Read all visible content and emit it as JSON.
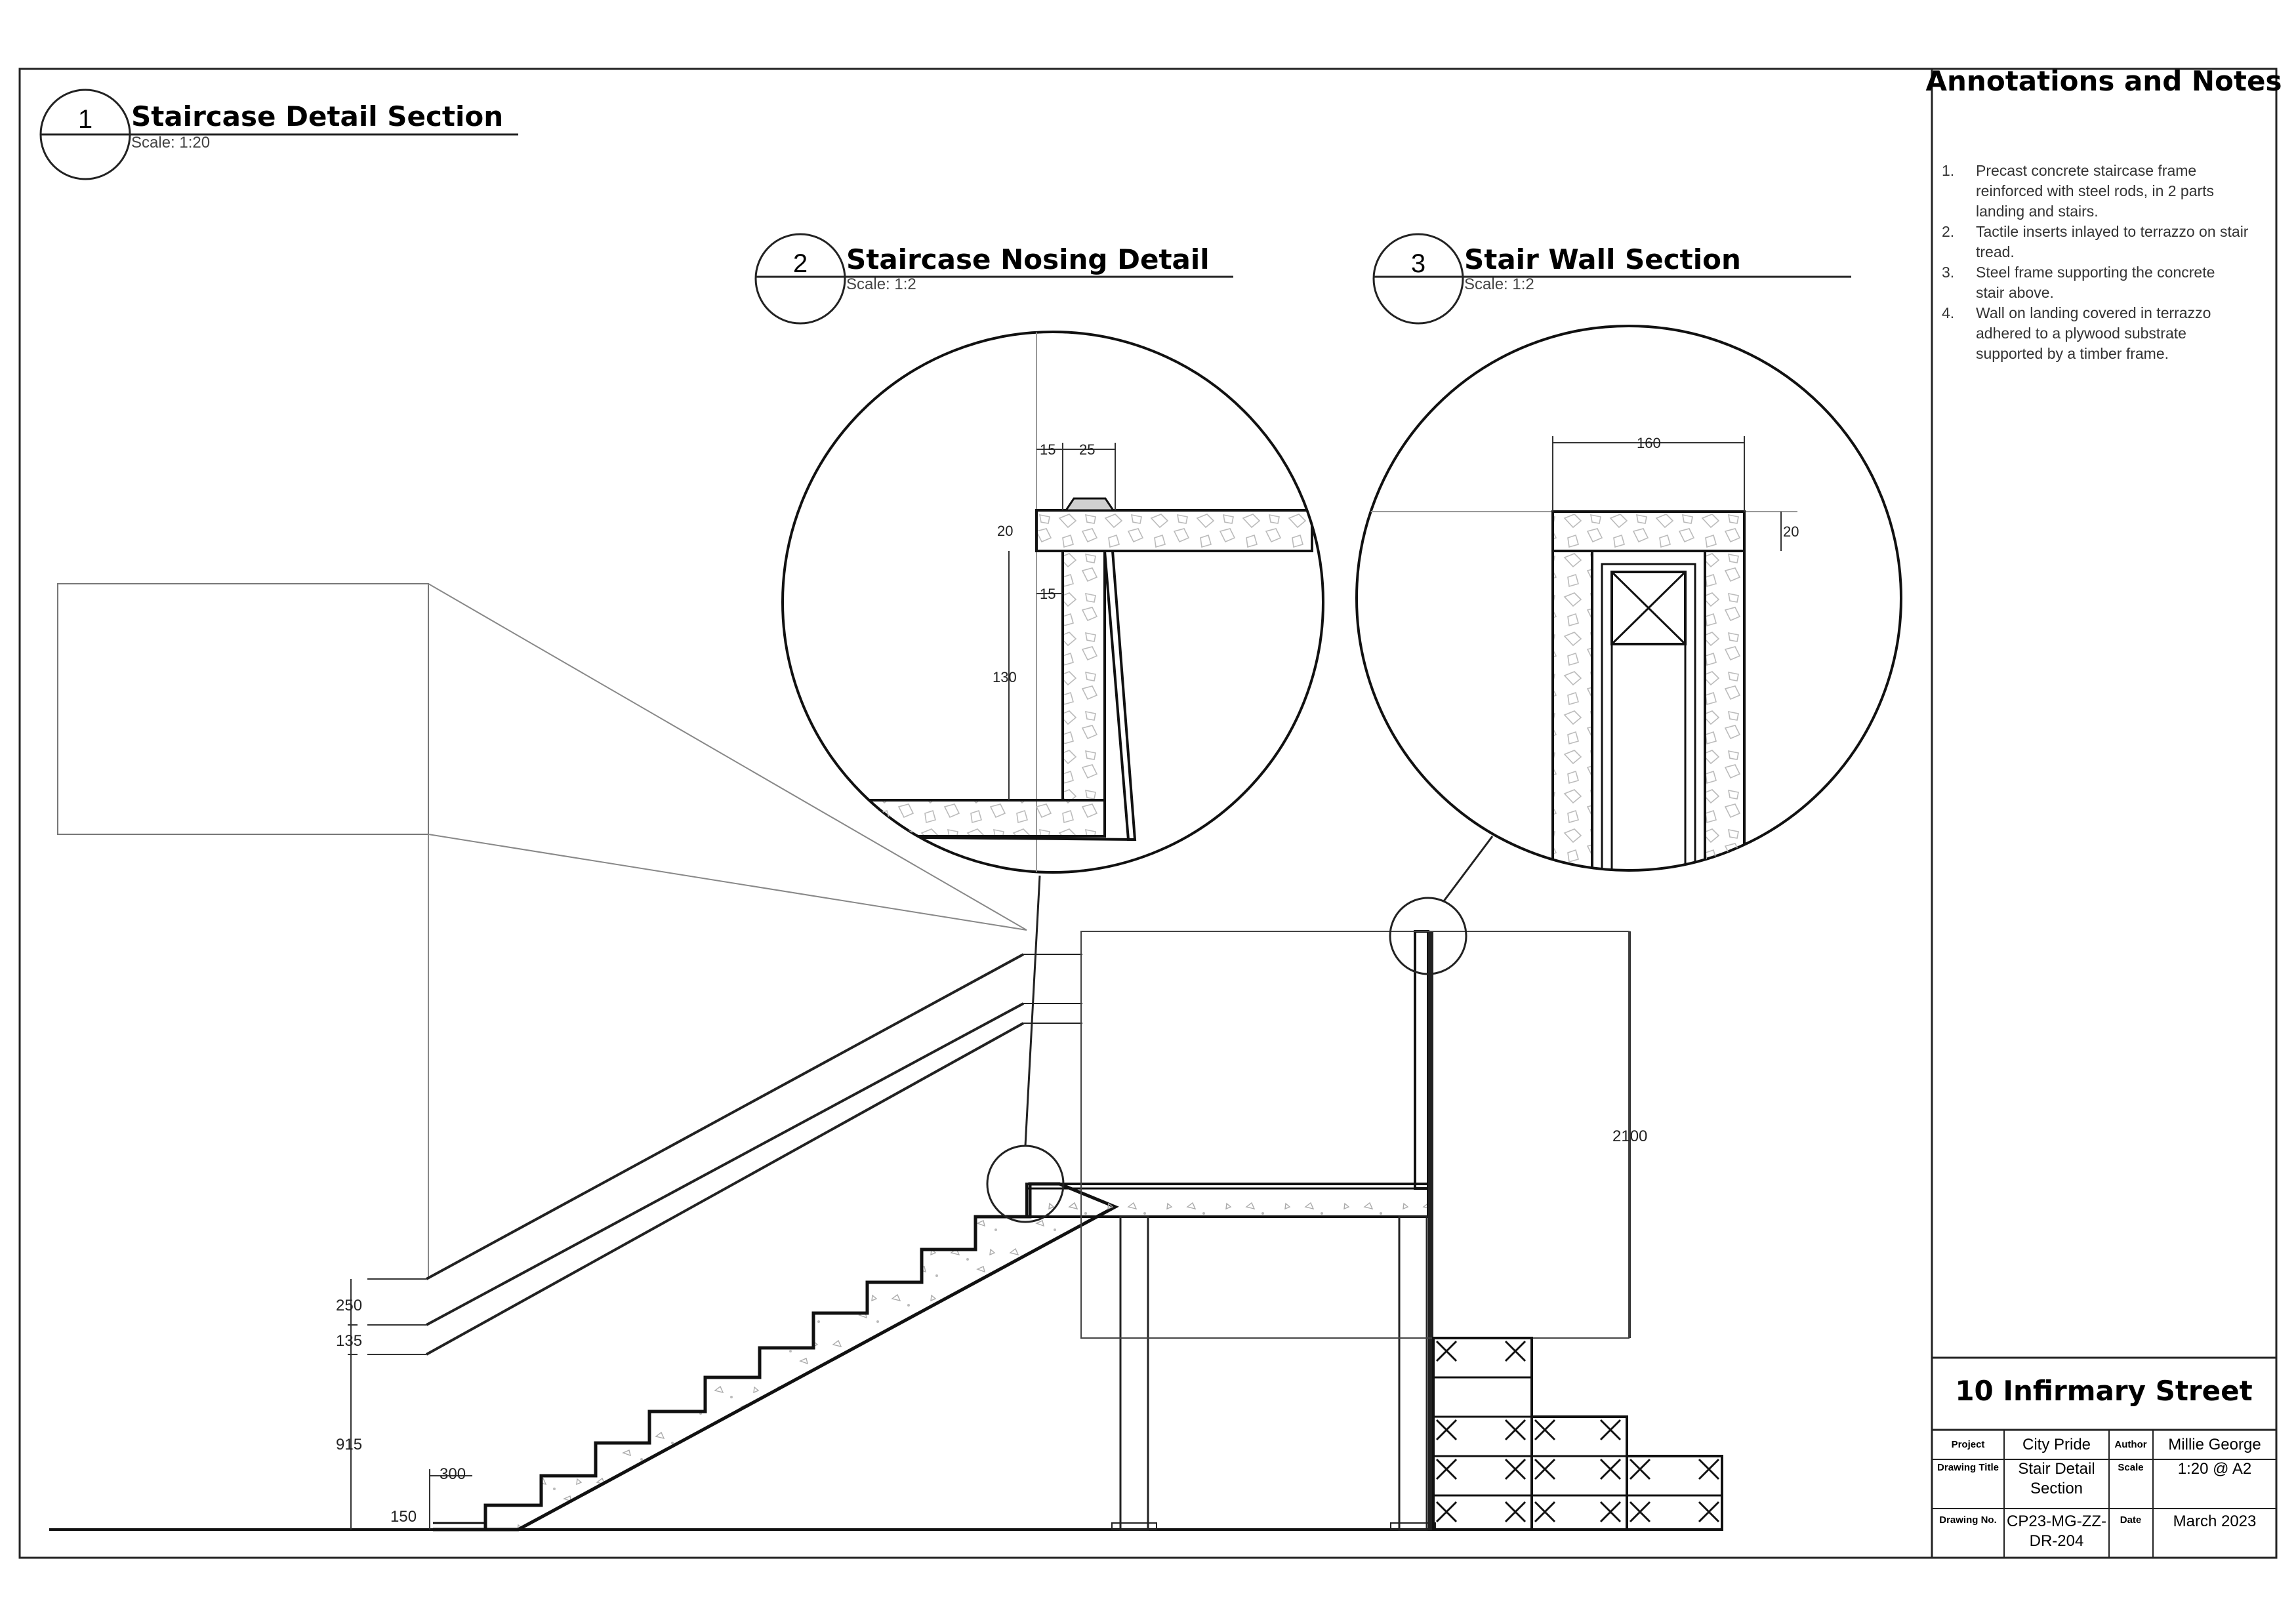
{
  "views": {
    "v1": {
      "number": "1",
      "title": "Staircase Detail Section",
      "scale": "Scale: 1:20"
    },
    "v2": {
      "number": "2",
      "title": "Staircase Nosing Detail",
      "scale": "Scale: 1:2"
    },
    "v3": {
      "number": "3",
      "title": "Stair Wall Section",
      "scale": "Scale: 1:2"
    }
  },
  "notes": {
    "heading": "Annotations and Notes",
    "items": [
      {
        "num": "1.",
        "lines": [
          "Precast concrete staircase frame",
          "reinforced with steel rods, in 2 parts",
          "landing and stairs."
        ]
      },
      {
        "num": "2.",
        "lines": [
          "Tactile inserts inlayed to terrazzo on stair",
          "tread."
        ]
      },
      {
        "num": "3.",
        "lines": [
          "Steel frame supporting the concrete",
          "stair above."
        ]
      },
      {
        "num": "4.",
        "lines": [
          "Wall on landing covered in terrazzo",
          "adhered to a plywood substrate",
          "supported by a timber frame."
        ]
      }
    ]
  },
  "dimensions": {
    "d250": "250",
    "d135": "135",
    "d915": "915",
    "d300": "300",
    "d150": "150",
    "d2100": "2100",
    "n15a": "15",
    "n25": "25",
    "n20": "20",
    "n15b": "15",
    "n130": "130",
    "w160": "160",
    "w20": "20"
  },
  "title_block": {
    "project_name": "10 Infirmary Street",
    "project_label": "Project",
    "project_value": "City Pride",
    "author_label": "Author",
    "author_value": "Millie George",
    "drawing_title_label": "Drawing Title",
    "drawing_title_l1": "Stair Detail",
    "drawing_title_l2": "Section",
    "scale_label": "Scale",
    "scale_value": "1:20 @ A2",
    "drawing_no_label": "Drawing No.",
    "drawing_no_l1": "CP23-MG-ZZ-",
    "drawing_no_l2": "DR-204",
    "date_label": "Date",
    "date_value": "March 2023"
  }
}
